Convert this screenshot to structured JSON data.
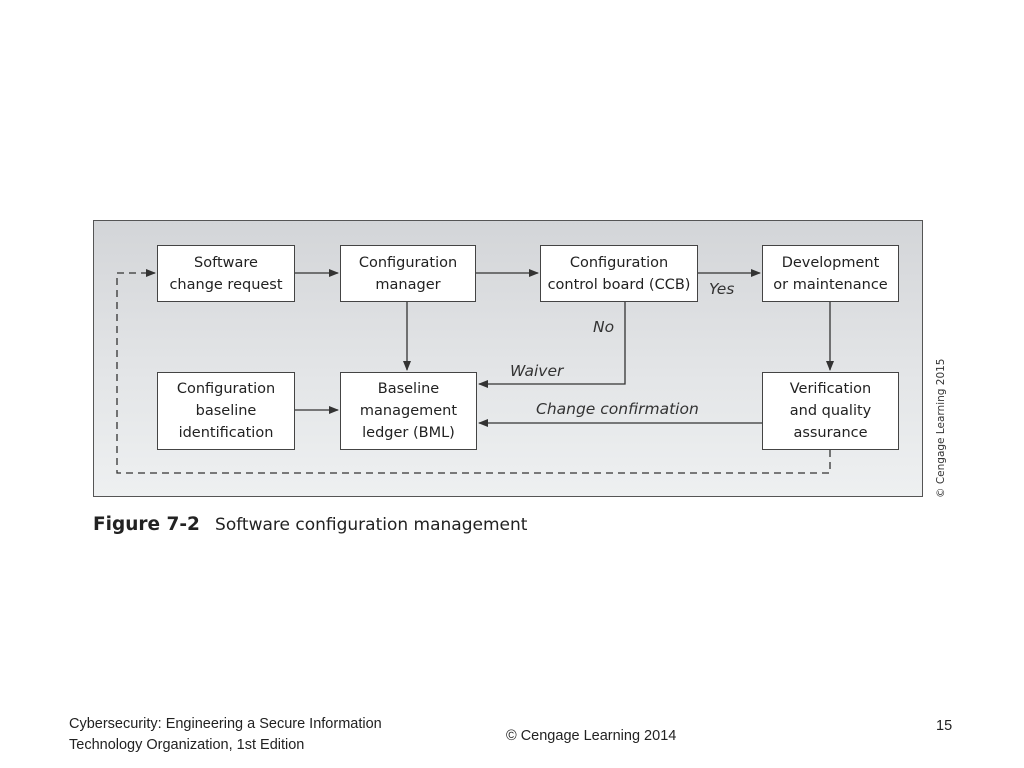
{
  "diagram": {
    "nodes": {
      "software_change_request": "Software\nchange request",
      "configuration_manager": "Configuration\nmanager",
      "ccb": "Configuration\ncontrol board (CCB)",
      "development": "Development\nor maintenance",
      "baseline_identification": "Configuration\nbaseline\nidentification",
      "bml": "Baseline\nmanagement\nledger (BML)",
      "verification": "Verification\nand quality\nassurance"
    },
    "edge_labels": {
      "yes": "Yes",
      "no": "No",
      "waiver": "Waiver",
      "change_confirmation": "Change confirmation"
    },
    "credit": "© Cengage Learning 2015"
  },
  "caption": {
    "number": "Figure 7-2",
    "text": "Software configuration management"
  },
  "footer": {
    "book_line1": "Cybersecurity: Engineering a Secure Information",
    "book_line2": "Technology Organization, 1st Edition",
    "copyright": "© Cengage Learning  2014",
    "page": "15"
  }
}
